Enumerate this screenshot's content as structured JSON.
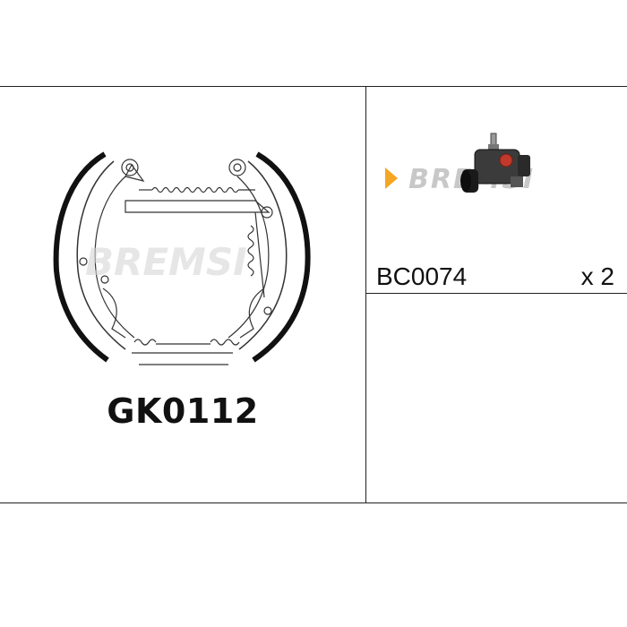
{
  "kit": {
    "code": "GK0112",
    "image": "drum-brake-shoe-kit-drawing"
  },
  "component": {
    "code": "BC0074",
    "quantity": "x 2",
    "image": "wheel-brake-cylinder-photo"
  },
  "brand": {
    "logo_text": "BREMSI",
    "accent_color": "#f5a623",
    "text_color": "#c8c8c8"
  }
}
